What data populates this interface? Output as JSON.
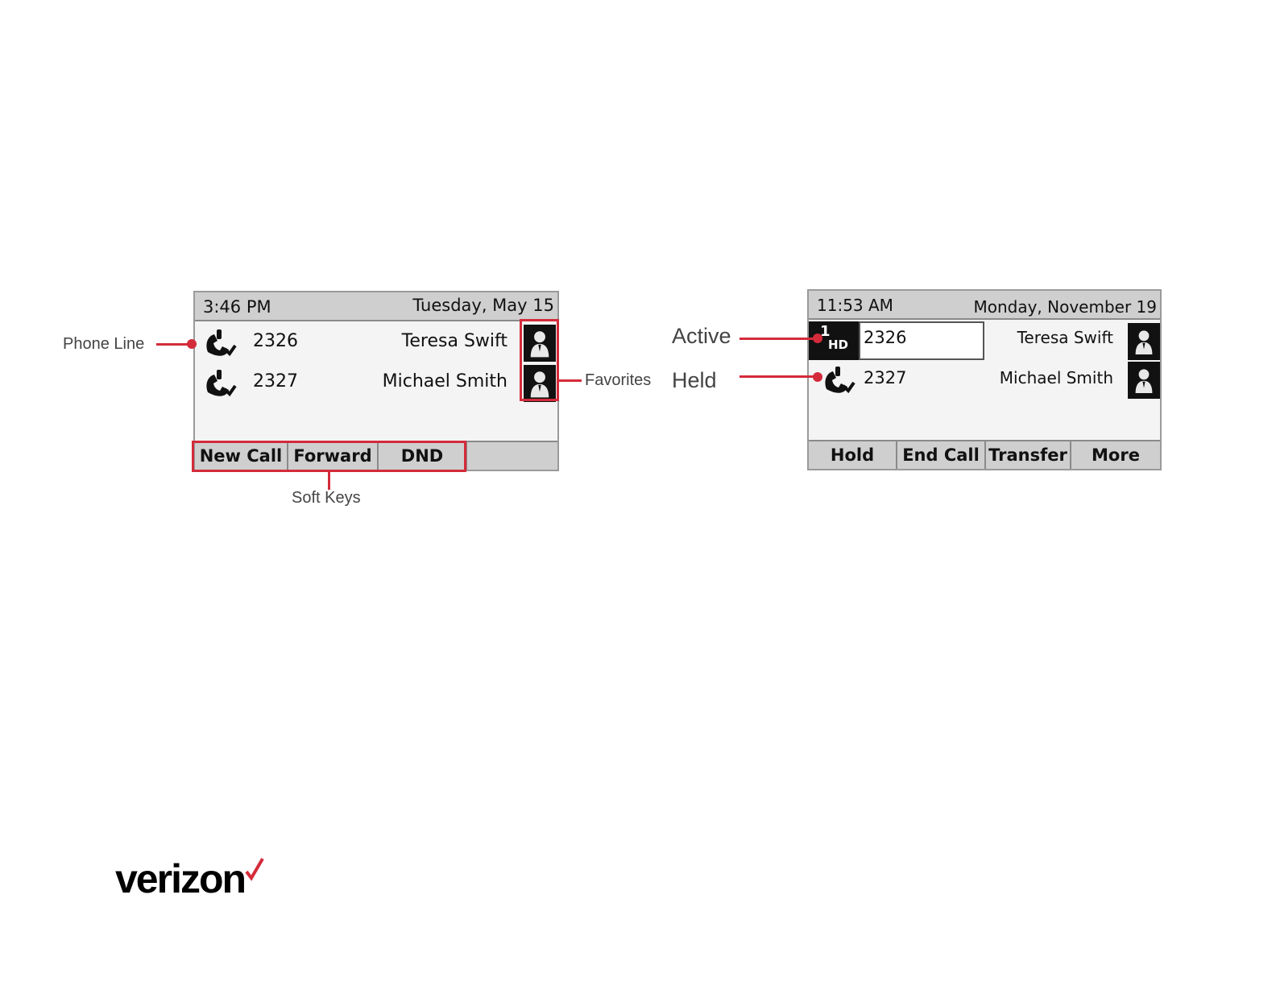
{
  "left_phone": {
    "time": "3:46 PM",
    "date": "Tuesday, May 15",
    "lines": [
      {
        "number": "2326",
        "name": "Teresa Swift"
      },
      {
        "number": "2327",
        "name": "Michael Smith"
      }
    ],
    "softkeys": [
      "New Call",
      "Forward",
      "DND"
    ]
  },
  "right_phone": {
    "time": "11:53 AM",
    "date": "Monday, November 19",
    "line_index": "1",
    "hd_label": "HD",
    "lines": [
      {
        "number": "2326",
        "name": "Teresa Swift"
      },
      {
        "number": "2327",
        "name": "Michael Smith"
      }
    ],
    "softkeys": [
      "Hold",
      "End Call",
      "Transfer",
      "More"
    ]
  },
  "callouts": {
    "phone_line": "Phone Line",
    "favorites": "Favorites",
    "soft_keys": "Soft Keys",
    "active": "Active",
    "held": "Held"
  },
  "brand": {
    "logo_text": "verizon",
    "accent_color": "#d42b3a"
  }
}
